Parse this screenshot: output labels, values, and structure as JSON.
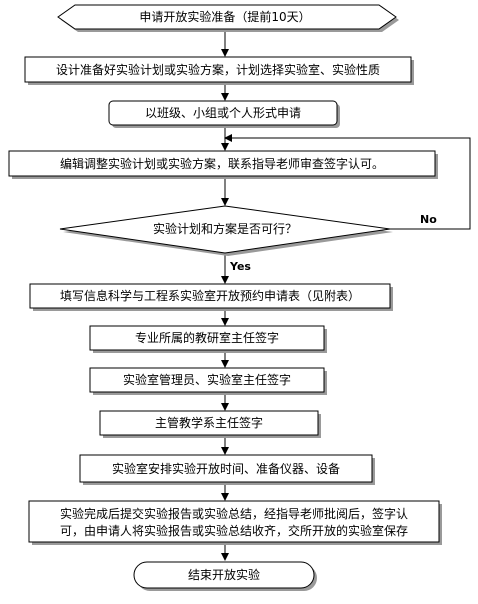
{
  "steps": {
    "start": "申请开放实验准备（提前10天）",
    "design": "设计准备好实验计划或实验方案，计划选择实验室、实验性质",
    "apply": "以班级、小组或个人形式申请",
    "edit": "编辑调整实验计划或实验方案，联系指导老师审查签字认可。",
    "decision": "实验计划和方案是否可行？",
    "fill_form": "填写信息科学与工程系实验室开放预约申请表（见附表）",
    "dept_sign": "专业所属的教研室主任签字",
    "lab_sign": "实验室管理员、实验室主任签字",
    "head_sign": "主管教学系主任签字",
    "arrange": "实验室安排实验开放时间、准备仪器、设备",
    "report_line1": "实验完成后提交实验报告或实验总结，经指导老师批阅后，签字认",
    "report_line2": "可，由申请人将实验报告或实验总结收齐，交所开放的实验室保存",
    "end": "结束开放实验"
  },
  "labels": {
    "no": "No",
    "yes": "Yes"
  }
}
